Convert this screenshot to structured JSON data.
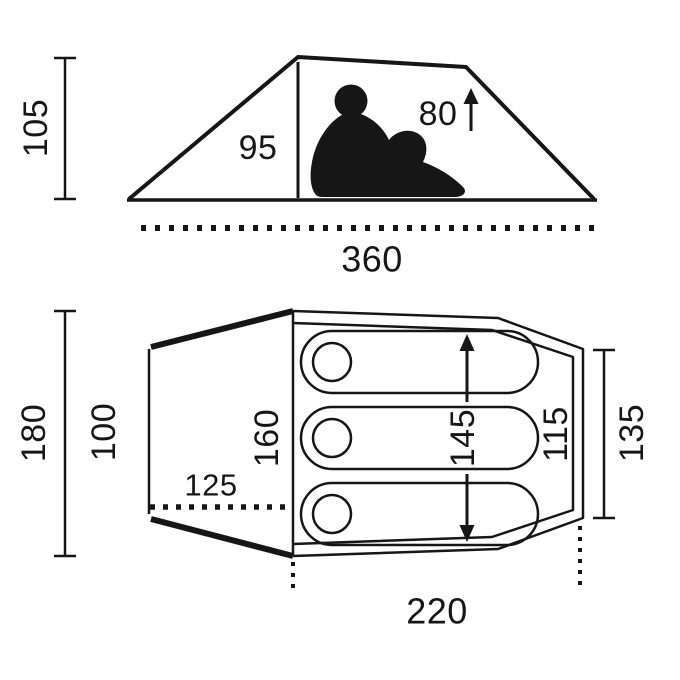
{
  "page": {
    "background": "#ffffff",
    "ink": "#161616"
  },
  "side_view": {
    "outer_height_cm": "105",
    "inner_height_front_cm": "95",
    "inner_height_rear_cm": "80",
    "floor_length_cm": "360"
  },
  "floor_plan": {
    "outer_width_front_cm": "180",
    "rear_edge_width_cm": "100",
    "vestibule_depth_cm": "125",
    "inner_width_front_cm": "160",
    "sleeping_area_width_cm": "145",
    "inner_width_rear_cm": "115",
    "outer_width_rear_cm": "135",
    "inner_length_cm": "220"
  }
}
